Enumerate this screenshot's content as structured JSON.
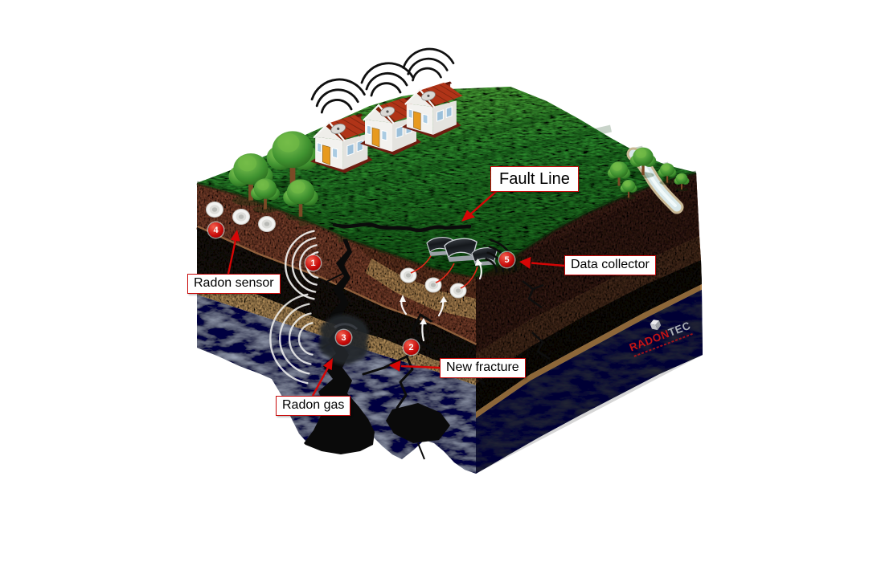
{
  "diagram": {
    "background": "#ffffff",
    "labels": {
      "fault_line": "Fault Line",
      "radon_sensor": "Radon sensor",
      "data_collector": "Data collector",
      "new_fracture": "New fracture",
      "radon_gas": "Radon gas"
    },
    "badges": [
      {
        "number": "1"
      },
      {
        "number": "2"
      },
      {
        "number": "3"
      },
      {
        "number": "4"
      },
      {
        "number": "5"
      }
    ],
    "logo": {
      "name_part1": "RADON",
      "name_part2": "TEC"
    },
    "scene": {
      "house_count": 3,
      "radon_sensor_count": 6,
      "data_collector_count": 3
    },
    "colors": {
      "label_border": "#c90a0a",
      "badge_red": "#c50808",
      "arrow_red": "#d60606",
      "grass_green": "#2f8f2b",
      "topsoil_brown": "#874832",
      "black_layer": "#1c1510",
      "sand_tan": "#c9a066",
      "rock_left": "#99a1b3",
      "rock_right": "#2f333c",
      "logo_red": "#c41414",
      "logo_gray": "#a9aeb5"
    }
  }
}
